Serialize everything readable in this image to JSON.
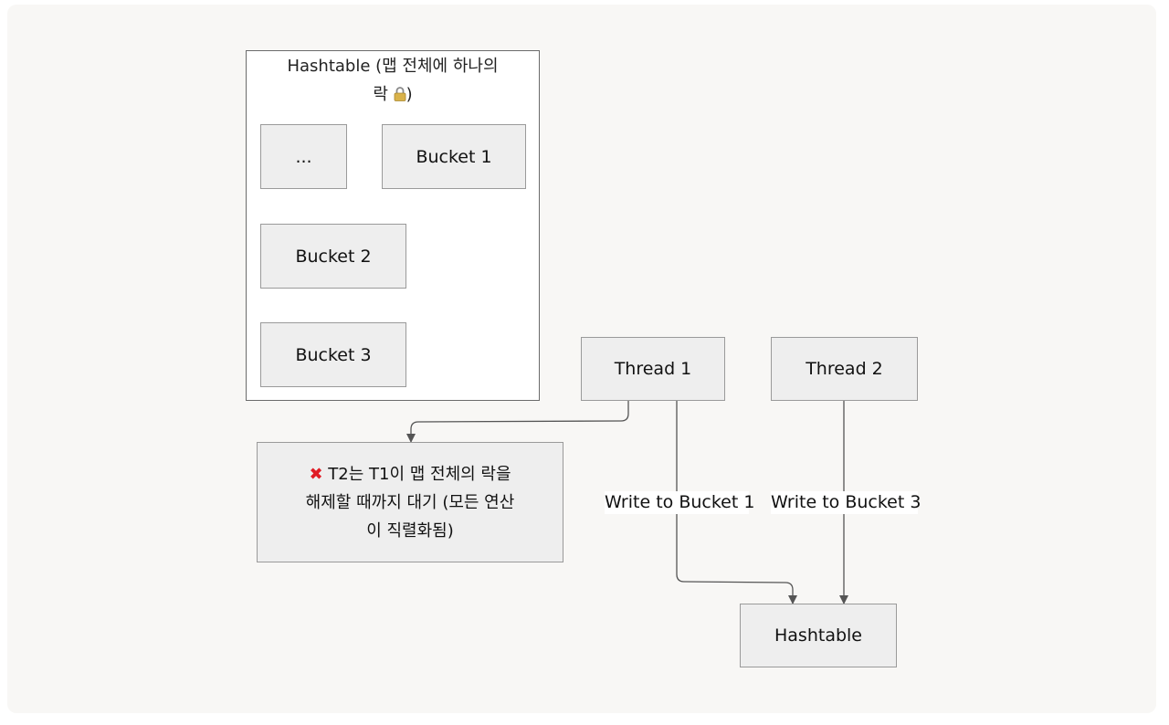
{
  "cluster": {
    "title_line1": "Hashtable (맵 전체에 하나의",
    "title_line2_prefix": "락 ",
    "title_line2_icon": "lock-icon",
    "title_line2_suffix": ")"
  },
  "nodes": {
    "ellipsis": "...",
    "bucket1": "Bucket 1",
    "bucket2": "Bucket 2",
    "bucket3": "Bucket 3",
    "thread1": "Thread 1",
    "thread2": "Thread 2",
    "hashtable": "Hashtable"
  },
  "note": {
    "icon": "cross-mark-icon",
    "line1": "T2는 T1이 맵 전체의 락을",
    "line2": "해제할 때까지 대기 (모든 연산",
    "line3": "이 직렬화됨)"
  },
  "edges": {
    "label_thread1": "Write to Bucket 1",
    "label_thread2": "Write to Bucket 3"
  },
  "colors": {
    "background": "#f8f7f5",
    "node_fill": "#eeeeee",
    "node_border": "#9a9a9a",
    "edge": "#555555",
    "cross": "#e01b24",
    "lock_body": "#d9b24a"
  }
}
